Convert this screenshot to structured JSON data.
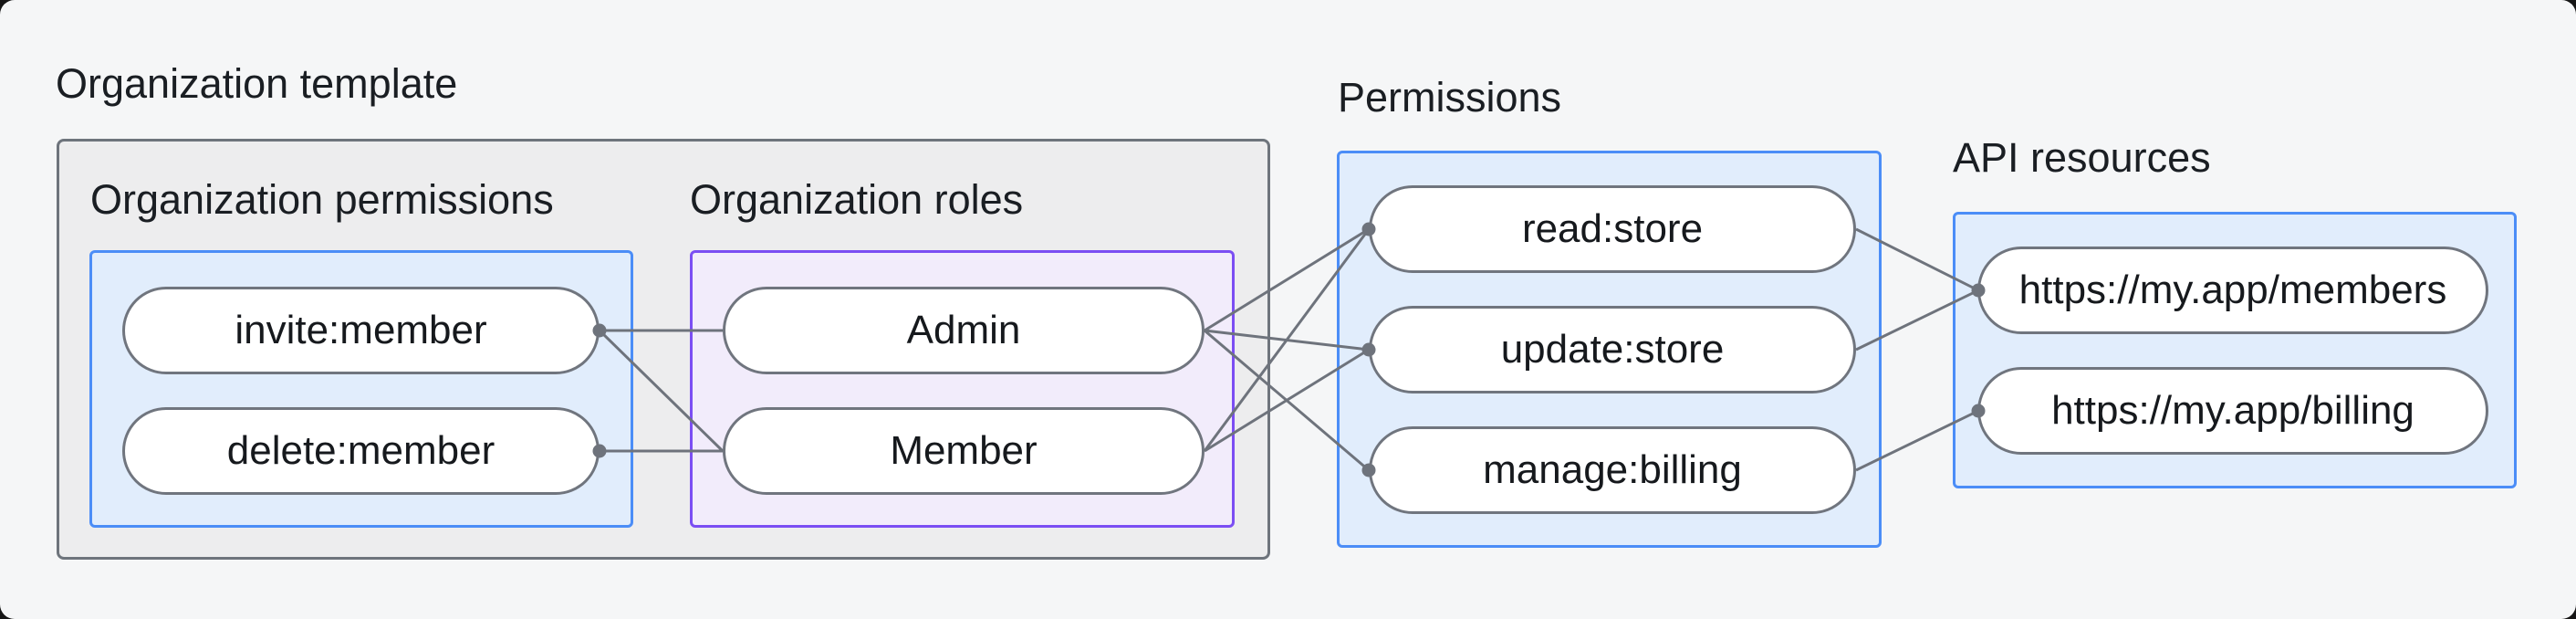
{
  "page": {
    "title": "Organization template"
  },
  "groups": {
    "org_template": {
      "label": "Organization template"
    },
    "org_permissions": {
      "label": "Organization permissions",
      "nodes": [
        {
          "id": "invite",
          "label": "invite:member"
        },
        {
          "id": "delete",
          "label": "delete:member"
        }
      ]
    },
    "org_roles": {
      "label": "Organization roles",
      "nodes": [
        {
          "id": "admin",
          "label": "Admin"
        },
        {
          "id": "member",
          "label": "Member"
        }
      ]
    },
    "permissions": {
      "label": "Permissions",
      "nodes": [
        {
          "id": "read",
          "label": "read:store"
        },
        {
          "id": "update",
          "label": "update:store"
        },
        {
          "id": "manage",
          "label": "manage:billing"
        }
      ]
    },
    "api_resources": {
      "label": "API resources",
      "nodes": [
        {
          "id": "members",
          "label": "https://my.app/members"
        },
        {
          "id": "billing",
          "label": "https://my.app/billing"
        }
      ]
    }
  },
  "edges": [
    {
      "from": "invite",
      "from_side": "R",
      "to": "admin",
      "to_side": "L"
    },
    {
      "from": "invite",
      "from_side": "R",
      "to": "member",
      "to_side": "L"
    },
    {
      "from": "delete",
      "from_side": "R",
      "to": "member",
      "to_side": "L"
    },
    {
      "from": "admin",
      "from_side": "R",
      "to": "read",
      "to_side": "L"
    },
    {
      "from": "admin",
      "from_side": "R",
      "to": "update",
      "to_side": "L"
    },
    {
      "from": "admin",
      "from_side": "R",
      "to": "manage",
      "to_side": "L"
    },
    {
      "from": "member",
      "from_side": "R",
      "to": "read",
      "to_side": "L"
    },
    {
      "from": "member",
      "from_side": "R",
      "to": "update",
      "to_side": "L"
    },
    {
      "from": "read",
      "from_side": "R",
      "to": "members",
      "to_side": "L"
    },
    {
      "from": "update",
      "from_side": "R",
      "to": "members",
      "to_side": "L"
    },
    {
      "from": "manage",
      "from_side": "R",
      "to": "billing",
      "to_side": "L"
    }
  ],
  "connector_dots": [
    {
      "node": "invite",
      "side": "R"
    },
    {
      "node": "delete",
      "side": "R"
    },
    {
      "node": "read",
      "side": "L"
    },
    {
      "node": "update",
      "side": "L"
    },
    {
      "node": "manage",
      "side": "L"
    },
    {
      "node": "members",
      "side": "L"
    },
    {
      "node": "billing",
      "side": "L"
    }
  ],
  "theme": {
    "canvas_bg": "#f5f6f7",
    "outer_group_bg": "#ededee",
    "outer_group_border": "#6e747c",
    "blue_group_bg": "#e1edfc",
    "blue_group_border": "#4b8df7",
    "purple_group_bg": "#f2ecfb",
    "purple_group_border": "#7b4ef3",
    "node_bg": "#ffffff",
    "node_border": "#70757e",
    "connector_color": "#6e737c",
    "text_color": "#1a1e23"
  }
}
